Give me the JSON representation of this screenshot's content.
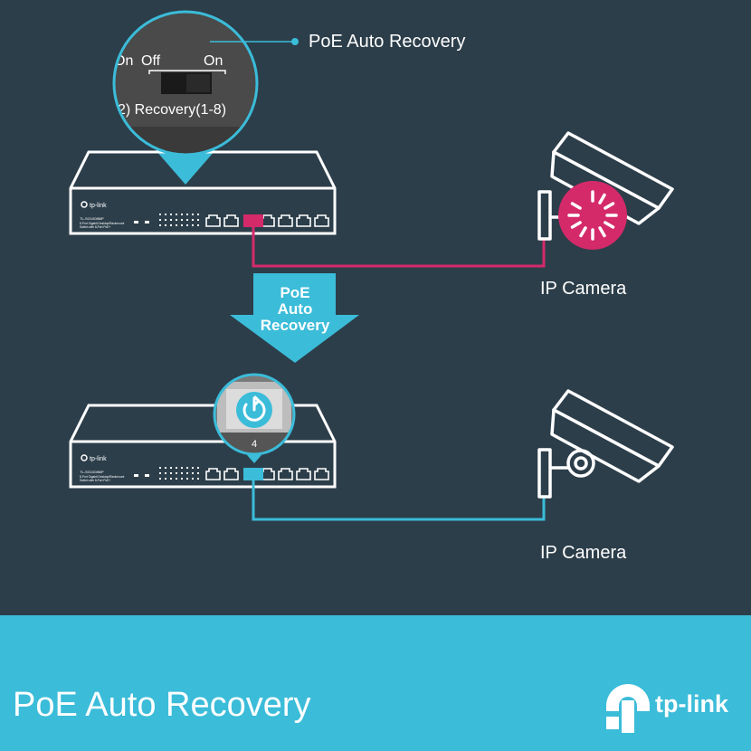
{
  "diagram": {
    "callout": {
      "label": "PoE Auto Recovery",
      "switch_left": "On",
      "switch_off": "Off",
      "switch_on": "On",
      "switch_caption": "2)  Recovery(1-8)"
    },
    "device_top": {
      "brand": "tp-link",
      "model": "TL-SG1008MP",
      "desc_line1": "8-Port Gigabit Desktop/Rackmount",
      "desc_line2": "Switch with 8-Port PoE+"
    },
    "arrow": {
      "line1": "PoE",
      "line2": "Auto",
      "line3": "Recovery"
    },
    "device_bottom": {
      "brand": "tp-link",
      "model": "TL-SG1008MP",
      "desc_line1": "8-Port Gigabit Desktop/Rackmount",
      "desc_line2": "Switch with 8-Port PoE+",
      "port_number": "4"
    },
    "camera_top": {
      "label": "IP Camera"
    },
    "camera_bottom": {
      "label": "IP Camera"
    }
  },
  "banner": {
    "title": "PoE Auto Recovery",
    "brand": "tp-link"
  },
  "colors": {
    "background": "#2c3e4a",
    "banner": "#3bbcd9",
    "fault": "#d42a6a",
    "ok": "#3bbcd9",
    "outline": "#ffffff"
  },
  "icons": [
    "switch-toggle-icon",
    "power-restart-icon",
    "loading-spinner-icon",
    "ip-camera-icon",
    "tp-link-logo-icon"
  ]
}
